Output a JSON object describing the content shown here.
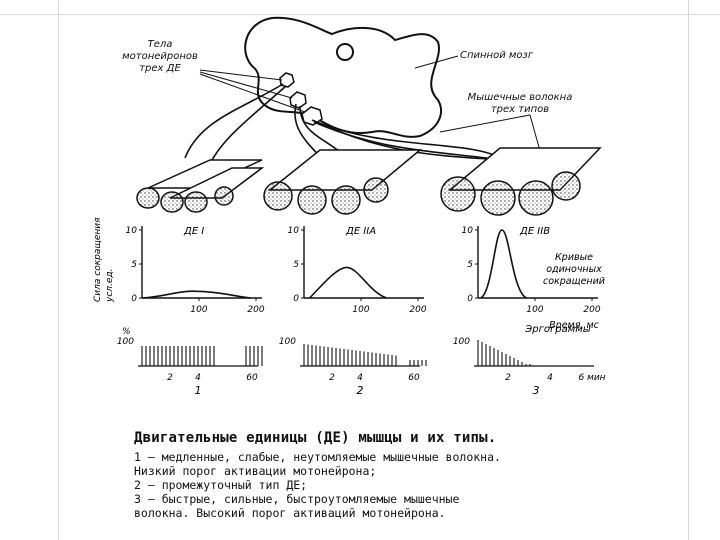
{
  "labels": {
    "motoneuron_bodies": [
      "Тела",
      "мотонейронов",
      "трех ДЕ"
    ],
    "spinal_cord": "Спинной мозг",
    "muscle_bundles": [
      "Мышечные волокна",
      "трех типов"
    ]
  },
  "panels": [
    {
      "label": "ДЕ I",
      "ylabel": [
        "Сила сокращения",
        "усл.ед."
      ],
      "yticks": [
        "10",
        "5",
        "0"
      ],
      "xticks": [
        "100",
        "200"
      ],
      "curve_peak": 1,
      "egram_percent": "%",
      "egram_100": "100",
      "egram_xticks": [
        "2",
        "4",
        "60"
      ],
      "number": "1"
    },
    {
      "label": "ДЕ IIA",
      "yticks": [
        "10",
        "5",
        "0"
      ],
      "xticks": [
        "100",
        "200"
      ],
      "curve_peak": 4.5,
      "egram_100": "100",
      "egram_xticks": [
        "2",
        "4",
        "60"
      ],
      "number": "2"
    },
    {
      "label": "ДЕ IIB",
      "yticks": [
        "10",
        "5",
        "0"
      ],
      "xticks": [
        "100",
        "200"
      ],
      "curve_peak": 10,
      "curve_caption": [
        "Кривые",
        "одиночных",
        "сокращений"
      ],
      "time_label": "Время, мс",
      "egram_100": "100",
      "egram_caption": "Эргограммы",
      "egram_xticks": [
        "2",
        "4",
        "6 мин"
      ],
      "number": "3"
    }
  ],
  "caption": {
    "title": "Двигательные единицы (ДЕ) мышцы и их типы.",
    "lines": [
      "1 — медленные, слабые, неутомляемые мышечные волокна.",
      "Низкий порог активации мотонейрона;",
      "2 — промежуточный тип ДЕ;",
      "3 — быстрые, сильные, быстроутомляемые мышечные",
      "волокна. Высокий порог активаций мотонейрона."
    ]
  }
}
